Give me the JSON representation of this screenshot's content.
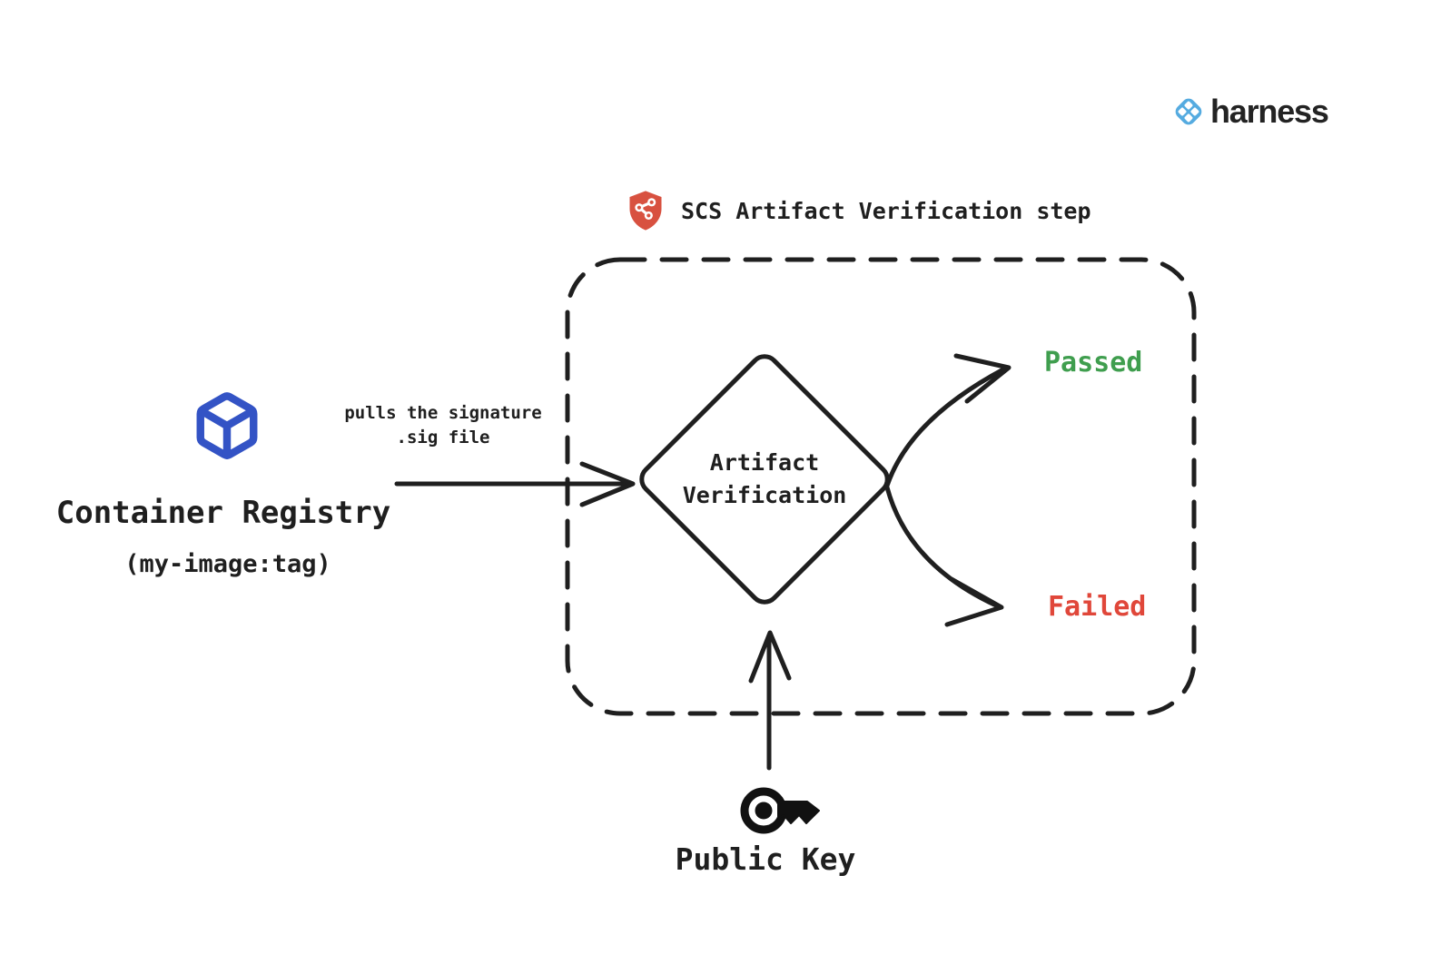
{
  "page": {
    "background": "#ffffff"
  },
  "brand": {
    "logo_text": "harness",
    "logo_icon": "harness-diamond-icon",
    "logo_color": "#55abe0",
    "text_color": "#232323"
  },
  "title": {
    "label": "SCS Artifact Verification step",
    "icon": "shield-network-icon",
    "icon_color": "#d85140"
  },
  "container_registry": {
    "label": "Container Registry",
    "sublabel": "(my-image:tag)",
    "icon": "cube-icon",
    "icon_color": "#3353c5"
  },
  "flow": {
    "pull_label_line1": "pulls the signature",
    "pull_label_line2": ".sig file",
    "decision": {
      "line1": "Artifact",
      "line2": "Verification"
    },
    "outcomes": [
      {
        "label": "Passed",
        "color": "#3f9e4e"
      },
      {
        "label": "Failed",
        "color": "#e0473a"
      }
    ]
  },
  "public_key": {
    "label": "Public Key",
    "icon": "key-icon"
  },
  "colors": {
    "stroke": "#1f1f1f",
    "boundary_style": "dashed"
  }
}
